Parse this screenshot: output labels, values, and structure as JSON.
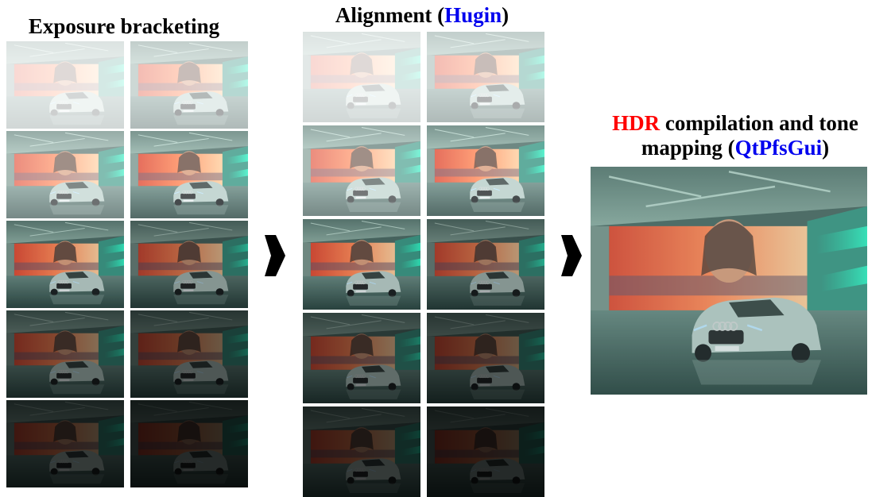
{
  "stages": [
    {
      "id": "bracketing",
      "title": {
        "plain": "Exposure bracketing"
      }
    },
    {
      "id": "alignment",
      "title": {
        "before": "Alignment (",
        "tool": "Hugin",
        "after": ")"
      }
    },
    {
      "id": "hdr",
      "title": {
        "highlight": "HDR",
        "line1_rest": " compilation and tone",
        "line2_before": "mapping (",
        "tool": "QtPfsGui",
        "line2_after": ")"
      }
    }
  ],
  "exposure_rows": [
    {
      "level": "overexposed-2"
    },
    {
      "level": "overexposed-1"
    },
    {
      "level": "normal"
    },
    {
      "level": "underexposed-1"
    },
    {
      "level": "underexposed-2"
    }
  ],
  "colors": {
    "highlight_red": "#ff0000",
    "tool_blue": "#0000ee",
    "arrow": "#000000"
  },
  "icons": {
    "step_arrow": "pentagon-arrow-right"
  }
}
